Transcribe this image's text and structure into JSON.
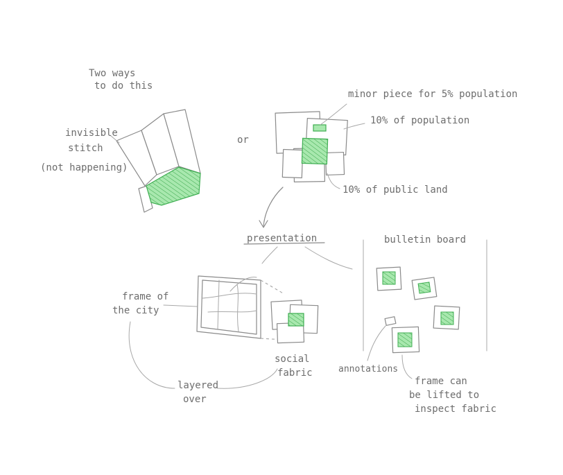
{
  "labels": {
    "two_ways_1": "Two ways",
    "two_ways_2": "to do this",
    "invisible_1": "invisible",
    "invisible_2": "stitch",
    "not_happening": "(not happening)",
    "or": "or",
    "minor_piece": "minor piece for 5% population",
    "ten_population": "10% of population",
    "ten_public_land": "10% of public land",
    "presentation": "presentation",
    "bulletin_board": "bulletin board",
    "frame_city_1": "frame of",
    "frame_city_2": "the city",
    "social_fabric_1": "social",
    "social_fabric_2": "fabric",
    "layered_over_1": "layered",
    "layered_over_2": "over",
    "annotations": "annotations",
    "frame_lift_1": "frame can",
    "frame_lift_2": "be lifted to",
    "frame_lift_3": "inspect fabric"
  },
  "colors": {
    "ink": "#8a8a8a",
    "green_fill": "#9ee2a6",
    "green_hatch": "#3aa64c"
  }
}
